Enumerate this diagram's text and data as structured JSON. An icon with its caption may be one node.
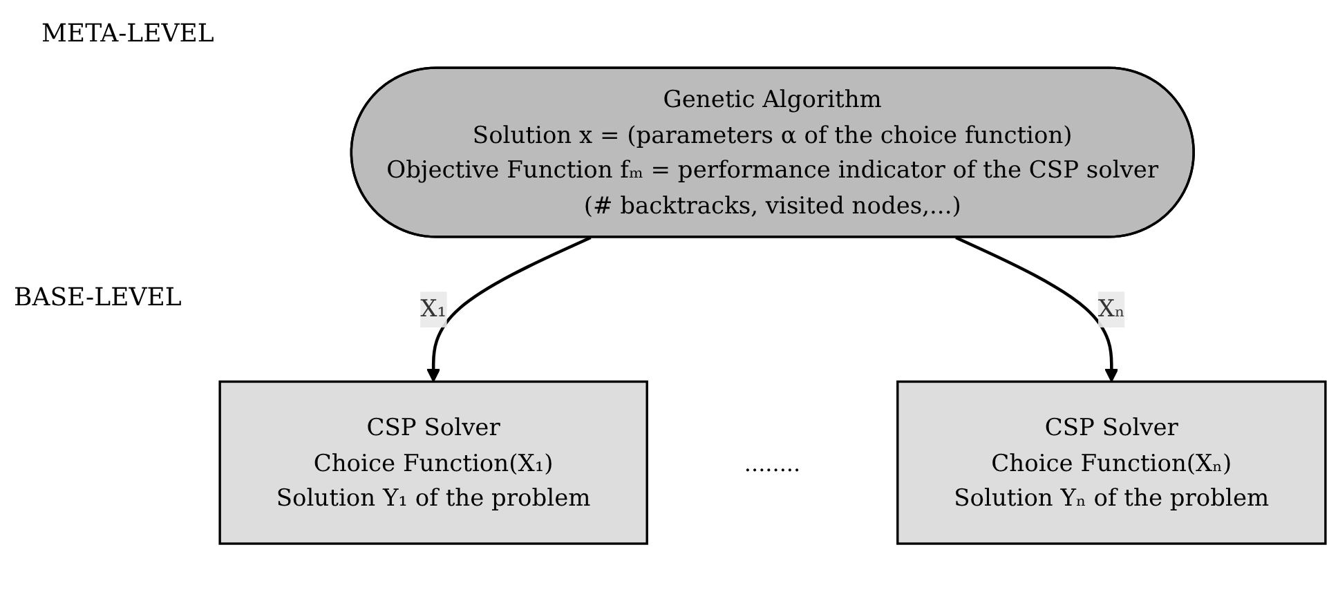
{
  "diagram": {
    "nodes": [
      {
        "text": [
          "Genetic Algorithm",
          "Solution x = (parameters α of the choice function)",
          "Objective Function fₘ = performance indicator of the CSP solver",
          "(# backtracks, visited nodes,...)"
        ]
      },
      {
        "text": [
          "CSP Solver",
          "Choice Function(X₁)",
          "Solution Y₁ of the problem"
        ]
      },
      {
        "text": [
          "CSP Solver",
          "Choice Function(Xₙ)",
          "Solution Yₙ of the problem"
        ]
      }
    ],
    "edges": [
      {
        "from": 0,
        "to": 1,
        "arrow": "to",
        "label": "X₁"
      },
      {
        "from": 0,
        "to": 2,
        "arrow": "to",
        "label": "Xₙ"
      }
    ],
    "labels": [
      "META-LEVEL",
      "BASE-LEVEL",
      "........"
    ]
  }
}
